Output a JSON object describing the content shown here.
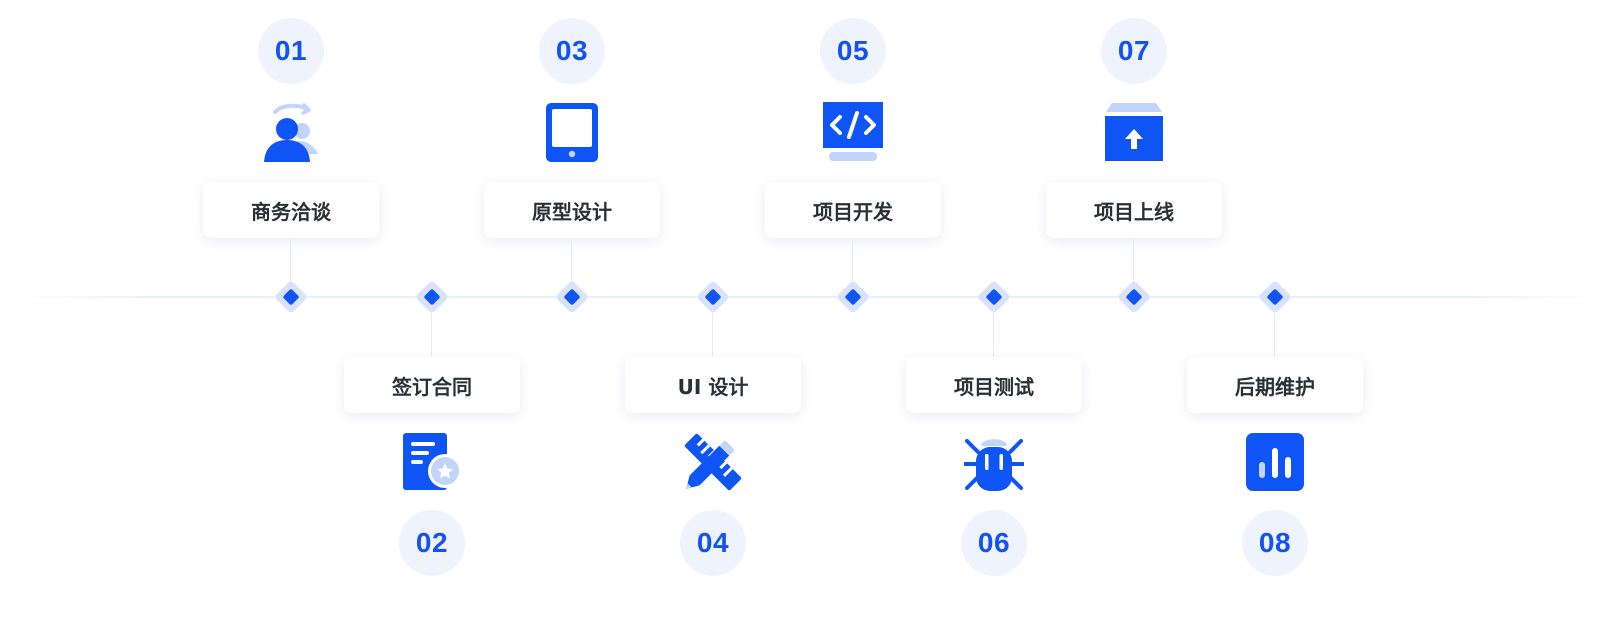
{
  "steps": [
    {
      "number": "01",
      "label": "商务洽谈",
      "icon": "user-handshake-icon",
      "row": "top"
    },
    {
      "number": "02",
      "label": "签订合同",
      "icon": "contract-document-icon",
      "row": "bottom"
    },
    {
      "number": "03",
      "label": "原型设计",
      "icon": "tablet-icon",
      "row": "top"
    },
    {
      "number": "04",
      "label": "UI 设计",
      "icon": "pencil-ruler-icon",
      "row": "bottom"
    },
    {
      "number": "05",
      "label": "项目开发",
      "icon": "code-monitor-icon",
      "row": "top"
    },
    {
      "number": "06",
      "label": "项目测试",
      "icon": "bug-icon",
      "row": "bottom"
    },
    {
      "number": "07",
      "label": "项目上线",
      "icon": "upload-box-icon",
      "row": "top"
    },
    {
      "number": "08",
      "label": "后期维护",
      "icon": "bar-chart-icon",
      "row": "bottom"
    }
  ],
  "colors": {
    "primary": "#0f55f5",
    "light": "#c3d4fb",
    "circle_bg": "#eef3fd",
    "text": "#2b2f36"
  }
}
